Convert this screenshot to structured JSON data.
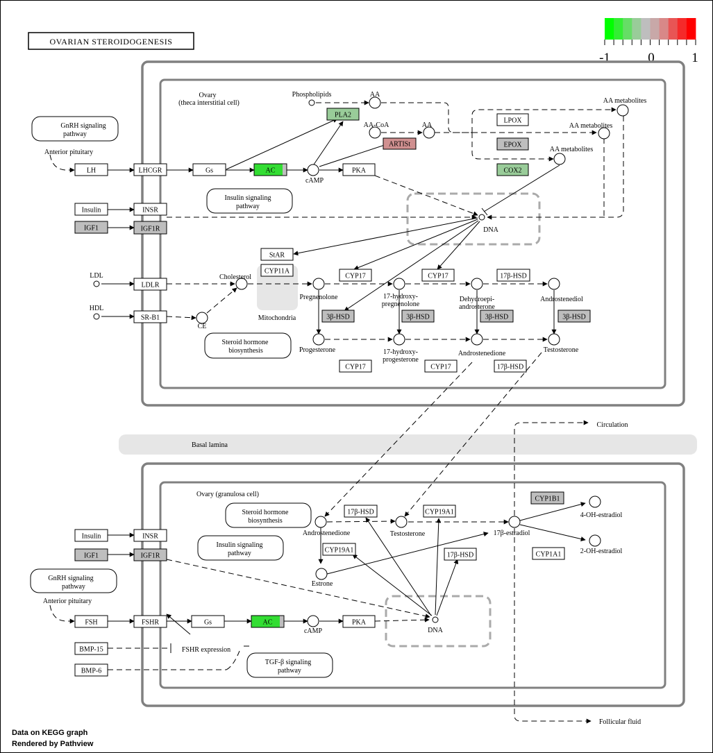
{
  "title": "OVARIAN STEROIDOGENESIS",
  "legend": {
    "colors": [
      "#00ff00",
      "#33ee33",
      "#66dd66",
      "#99cc99",
      "#bebebe",
      "#c8a8a8",
      "#d88888",
      "#e85555",
      "#f52a2a",
      "#ff0000"
    ],
    "tick_labels": [
      "-1",
      "0",
      "1"
    ]
  },
  "footer": {
    "line1": "Data on KEGG graph",
    "line2": "Rendered by Pathview"
  },
  "colors": {
    "gene_default": "#ffffff",
    "gene_gray": "#bebebe",
    "green_strong": "#33dd33",
    "green_light": "#99cc99",
    "pink": "#d09090",
    "frame": "#808080",
    "lamina": "#e6e6e6"
  },
  "labels": {
    "ovary_theca_1": "Ovary",
    "ovary_theca_2": "(theca interstitial cell)",
    "ovary_gran": "Ovary (granulosa cell)",
    "basal_lamina": "Basal lamina",
    "mitochondria": "Mitochondria",
    "anterior_pituitary_top": "Anterior pituitary",
    "anterior_pituitary_bot": "Anterior pituitary",
    "fshr_expression": "FSHR expression",
    "circulation": "Circulation",
    "follicular_fluid": "Follicular fluid"
  },
  "pathways": {
    "gnrh_top_1": "GnRH signaling",
    "gnrh_top_2": "pathway",
    "insulin_top_1": "Insulin signaling",
    "insulin_top_2": "pathway",
    "steroid_top_1": "Steroid hormone",
    "steroid_top_2": "biosynthesis",
    "steroid_bot_1": "Steroid hormone",
    "steroid_bot_2": "biosynthesis",
    "insulin_bot_1": "Insulin signaling",
    "insulin_bot_2": "pathway",
    "gnrh_bot_1": "GnRH signaling",
    "gnrh_bot_2": "pathway",
    "tgfb_1": "TGF-β signaling",
    "tgfb_2": "pathway"
  },
  "compounds": {
    "phospholipids": "Phospholipids",
    "aa1": "AA",
    "aacoa": "AA-CoA",
    "aa2": "AA",
    "aam1": "AA metabolites",
    "aam2": "AA metabolites",
    "aam3": "AA metabolites",
    "camp_top": "cAMP",
    "dna_top": "DNA",
    "ldl": "LDL",
    "hdl": "HDL",
    "ce": "CE",
    "cholesterol": "Cholesterol",
    "pregnenolone": "Pregnenolone",
    "ohpreg_1": "17-hydroxy-",
    "ohpreg_2": "pregnenolone",
    "dhea_1": "Dehydroepi-",
    "dhea_2": "androsterone",
    "androstenediol": "Androstenediol",
    "progesterone": "Progesterone",
    "ohprog_1": "17-hydroxy-",
    "ohprog_2": "progesterone",
    "androstenedione_top": "Androstenedione",
    "testosterone_top": "Testosterone",
    "androstenedione_bot": "Androstenedione",
    "testosterone_bot": "Testosterone",
    "estradiol": "17β-estradiol",
    "oh4": "4-OH-estradiol",
    "oh2": "2-OH-estradiol",
    "estrone": "Estrone",
    "camp_bot": "cAMP",
    "dna_bot": "DNA"
  },
  "genes": {
    "pla2": "PLA2",
    "artist": "ARTISt",
    "lpox": "LPOX",
    "epox": "EPOX",
    "cox2": "COX2",
    "lh": "LH",
    "lhcgr": "LHCGR",
    "gs_top": "Gs",
    "ac_top": "AC",
    "pka_top": "PKA",
    "insulin_top": "Insulin",
    "insr_top": "INSR",
    "igf1_top": "IGF1",
    "igf1r_top": "IGF1R",
    "star": "StAR",
    "cyp11a": "CYP11A",
    "ldlr": "LDLR",
    "srb1": "SR-B1",
    "cyp17_a": "CYP17",
    "cyp17_b": "CYP17",
    "hsd17_a": "17β-HSD",
    "hsd3_a": "3β-HSD",
    "hsd3_b": "3β-HSD",
    "hsd3_c": "3β-HSD",
    "hsd3_d": "3β-HSD",
    "cyp17_c": "CYP17",
    "cyp17_d": "CYP17",
    "hsd17_b": "17β-HSD",
    "cyp1b1": "CYP1B1",
    "cyp1a1": "CYP1A1",
    "hsd17_c": "17β-HSD",
    "cyp19a1_a": "CYP19A1",
    "cyp19a1_b": "CYP19A1",
    "hsd17_d": "17β-HSD",
    "insulin_bot": "Insulin",
    "insr_bot": "INSR",
    "igf1_bot": "IGF1",
    "igf1r_bot": "IGF1R",
    "fsh": "FSH",
    "fshr": "FSHR",
    "gs_bot": "Gs",
    "ac_bot": "AC",
    "pka_bot": "PKA",
    "bmp15": "BMP-15",
    "bmp6": "BMP-6"
  }
}
